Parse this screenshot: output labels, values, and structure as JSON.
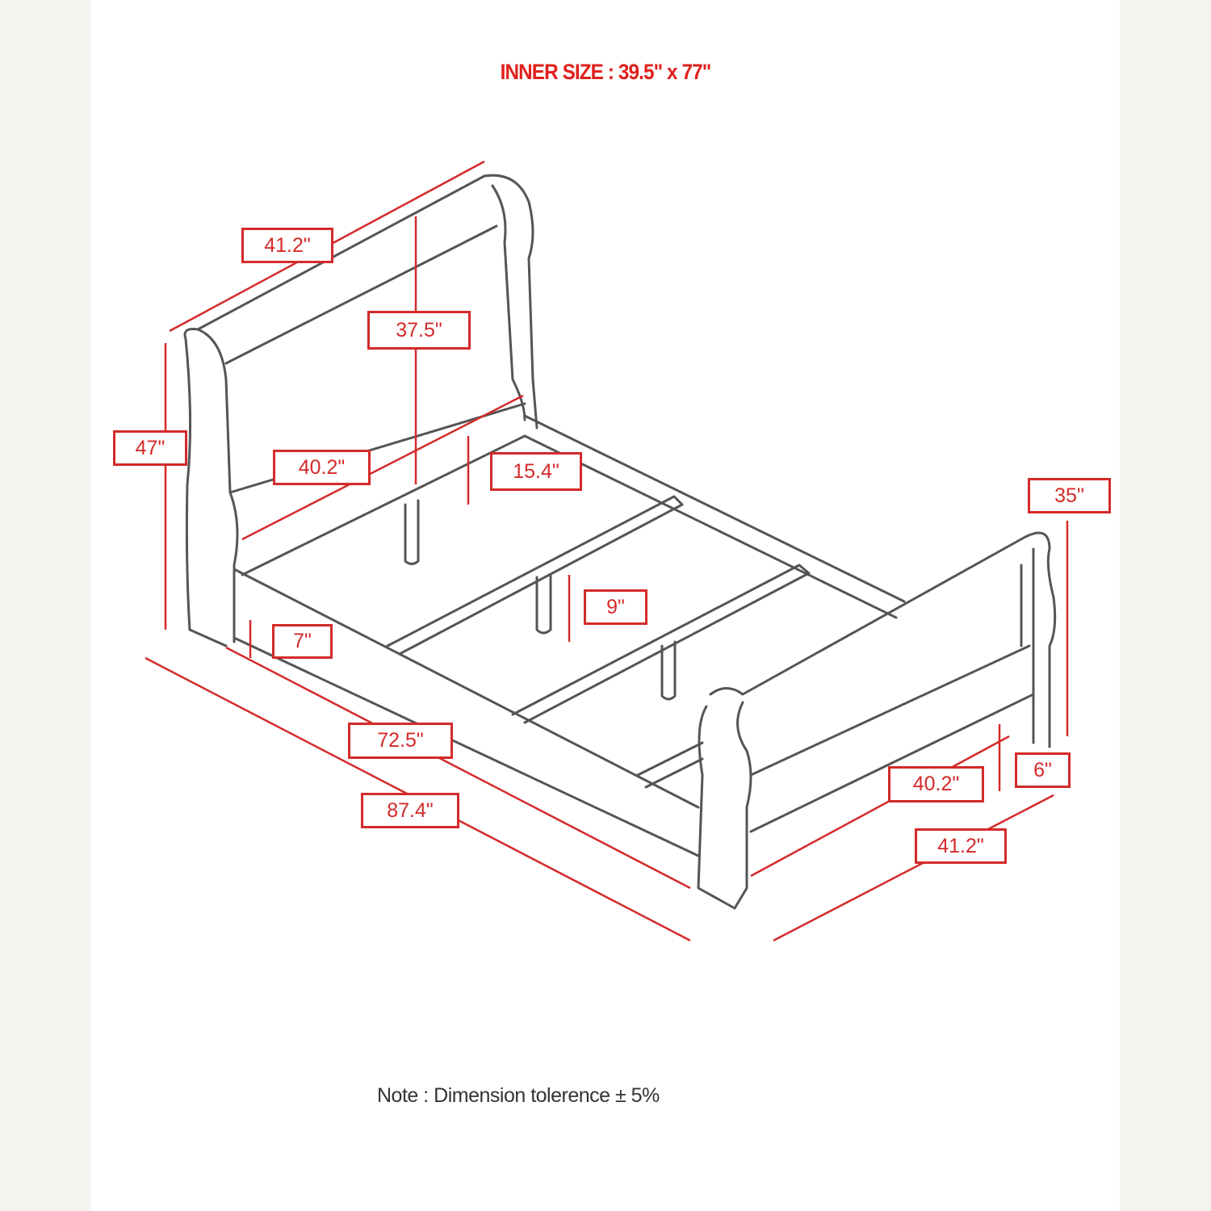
{
  "title": "INNER SIZE : 39.5\" x 77\"",
  "note": "Note : Dimension tolerence ± 5%",
  "colors": {
    "dimension": "#d42a2a",
    "title": "#e0201c",
    "outline": "#555555"
  },
  "dimensions": {
    "headboard_width": "41.2\"",
    "headboard_panel_height": "37.5\"",
    "headboard_height": "47\"",
    "headboard_inner_width": "40.2\"",
    "rail_height_head": "15.4\"",
    "footboard_height": "35\"",
    "slat_clearance": "9\"",
    "rail_clearance": "7\"",
    "inner_length": "72.5\"",
    "overall_length": "87.4\"",
    "footboard_inner_width": "40.2\"",
    "footboard_clearance": "6\"",
    "footboard_width": "41.2\""
  }
}
